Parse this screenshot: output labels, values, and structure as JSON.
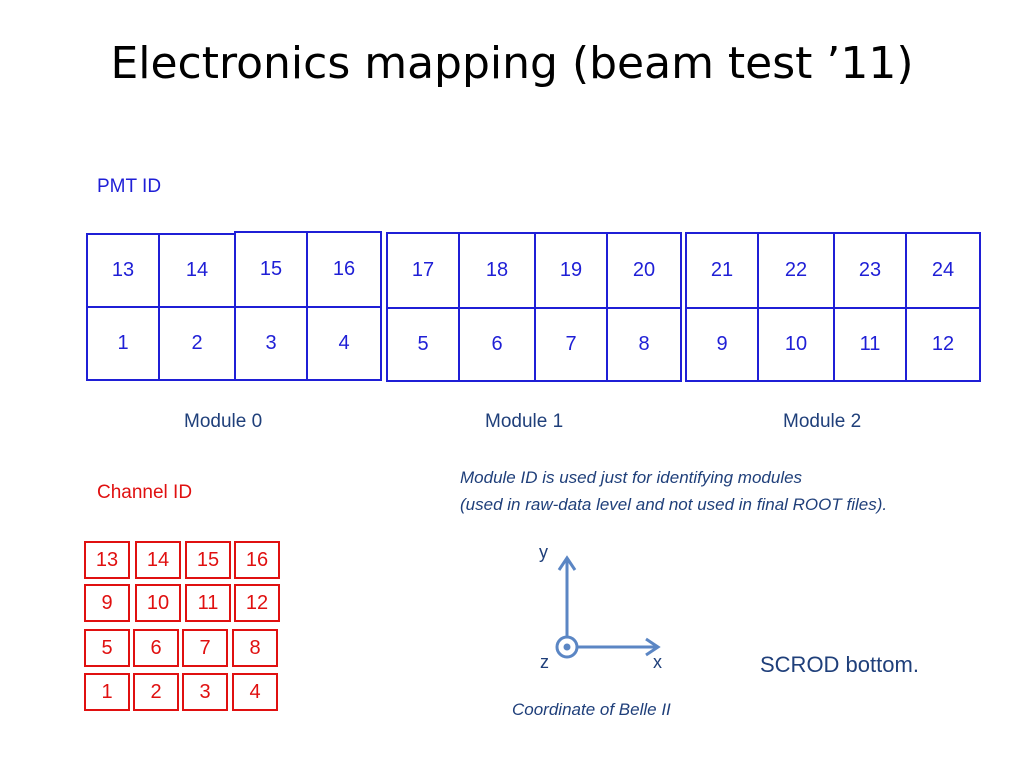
{
  "title": "Electronics mapping (beam test ’11)",
  "pmt_label": "PMT ID",
  "channel_label": "Channel ID",
  "modules": [
    {
      "name": "Module 0",
      "top": [
        "13",
        "14",
        "15",
        "16"
      ],
      "bottom": [
        "1",
        "2",
        "3",
        "4"
      ]
    },
    {
      "name": "Module 1",
      "top": [
        "17",
        "18",
        "19",
        "20"
      ],
      "bottom": [
        "5",
        "6",
        "7",
        "8"
      ]
    },
    {
      "name": "Module 2",
      "top": [
        "21",
        "22",
        "23",
        "24"
      ],
      "bottom": [
        "9",
        "10",
        "11",
        "12"
      ]
    }
  ],
  "channels": [
    [
      "13",
      "14",
      "15",
      "16"
    ],
    [
      "9",
      "10",
      "11",
      "12"
    ],
    [
      "5",
      "6",
      "7",
      "8"
    ],
    [
      "1",
      "2",
      "3",
      "4"
    ]
  ],
  "note": {
    "line1": "Module ID is used just for identifying modules",
    "line2": "(used in raw-data level and not used in final ROOT files)."
  },
  "axes": {
    "y": "y",
    "x": "x",
    "z": "z",
    "caption": "Coordinate of Belle II"
  },
  "scrod": "SCROD bottom.",
  "colors": {
    "pmt": "#1f1fd6",
    "channel": "#e01010",
    "text": "#1f3f7a",
    "axis": "#5b86c4"
  }
}
